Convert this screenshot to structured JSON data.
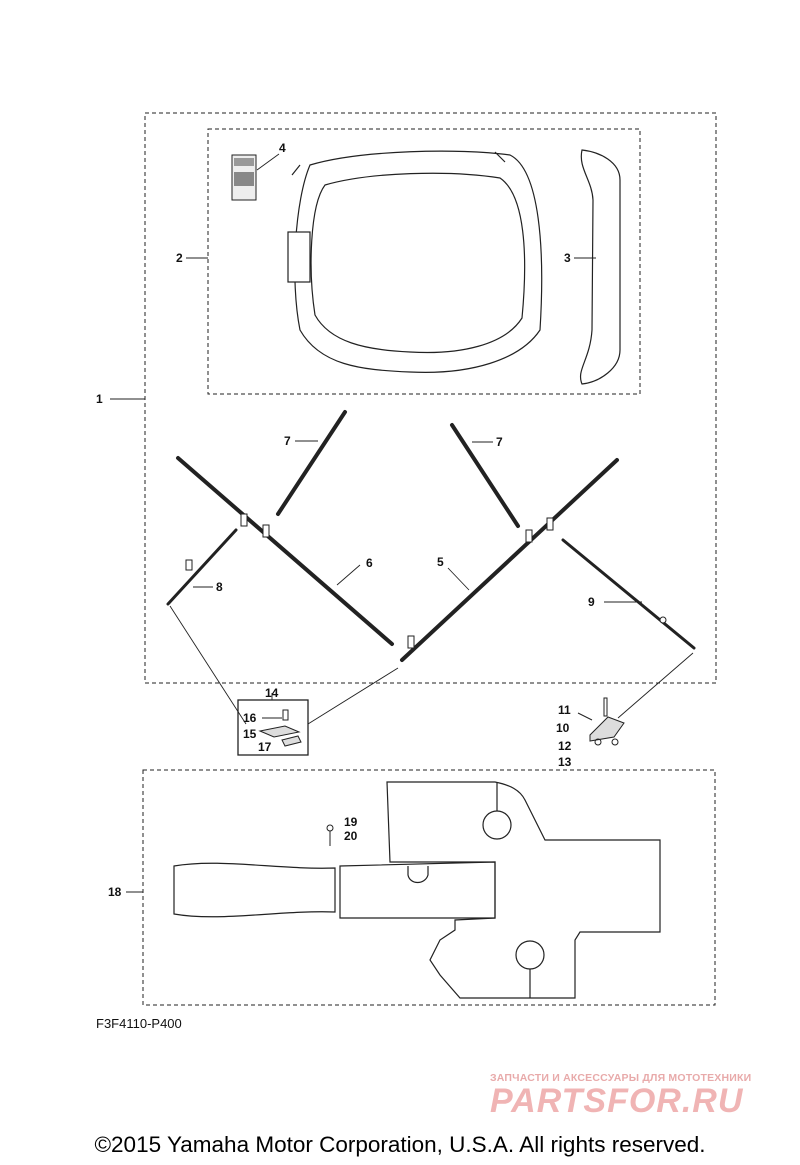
{
  "diagram_code": "F3F4110-P400",
  "callouts": [
    "1",
    "2",
    "3",
    "4",
    "5",
    "6",
    "7",
    "7",
    "8",
    "9",
    "10",
    "11",
    "12",
    "13",
    "14",
    "15",
    "16",
    "17",
    "18",
    "19",
    "20"
  ],
  "watermark": {
    "tagline": "ЗАПЧАСТИ И АКСЕССУАРЫ ДЛЯ МОТОТЕХНИКИ",
    "logo": "PARTSFOR.RU"
  },
  "copyright": "©2015 Yamaha Motor Corporation, U.S.A. All rights reserved.",
  "colors": {
    "line": "#222222",
    "watermark": "#f0b4b4"
  }
}
